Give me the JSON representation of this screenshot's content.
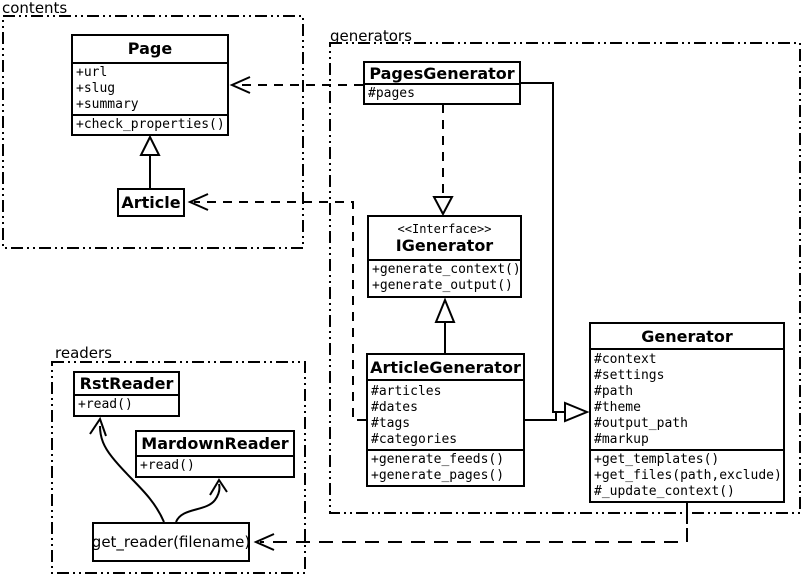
{
  "packages": {
    "contents": {
      "label": "contents"
    },
    "generators": {
      "label": "generators"
    },
    "readers": {
      "label": "readers"
    }
  },
  "classes": {
    "page": {
      "name": "Page",
      "attributes": [
        "+url",
        "+slug",
        "+summary"
      ],
      "methods": [
        "+check_properties()"
      ]
    },
    "article": {
      "name": "Article"
    },
    "pages_generator": {
      "name": "PagesGenerator",
      "attributes": [
        "#pages"
      ]
    },
    "igenerator": {
      "stereotype": "<<Interface>>",
      "name": "IGenerator",
      "methods": [
        "+generate_context()",
        "+generate_output()"
      ]
    },
    "article_generator": {
      "name": "ArticleGenerator",
      "attributes": [
        "#articles",
        "#dates",
        "#tags",
        "#categories"
      ],
      "methods": [
        "+generate_feeds()",
        "+generate_pages()"
      ]
    },
    "generator": {
      "name": "Generator",
      "attributes": [
        "#context",
        "#settings",
        "#path",
        "#theme",
        "#output_path",
        "#markup"
      ],
      "methods": [
        "+get_templates()",
        "+get_files(path,exclude)",
        "#_update_context()"
      ]
    },
    "rst_reader": {
      "name": "RstReader",
      "methods": [
        "+read()"
      ]
    },
    "mardown_reader": {
      "name": "MardownReader",
      "methods": [
        "+read()"
      ]
    },
    "get_reader": {
      "name": "get_reader(filename)"
    }
  },
  "relations": [
    {
      "from": "Article",
      "to": "Page",
      "type": "generalization"
    },
    {
      "from": "PagesGenerator",
      "to": "Page",
      "type": "dashed-dependency"
    },
    {
      "from": "ArticleGenerator",
      "to": "Article",
      "type": "dashed-dependency"
    },
    {
      "from": "PagesGenerator",
      "to": "IGenerator",
      "type": "dashed-realization"
    },
    {
      "from": "ArticleGenerator",
      "to": "IGenerator",
      "type": "realization"
    },
    {
      "from": "PagesGenerator",
      "to": "Generator",
      "type": "generalization"
    },
    {
      "from": "ArticleGenerator",
      "to": "Generator",
      "type": "generalization"
    },
    {
      "from": "Generator",
      "to": "get_reader(filename)",
      "type": "dashed-dependency"
    },
    {
      "from": "get_reader(filename)",
      "to": "RstReader",
      "type": "curved-arrow"
    },
    {
      "from": "get_reader(filename)",
      "to": "MardownReader",
      "type": "curved-arrow"
    }
  ],
  "colors": {
    "stroke": "#000000",
    "background": "#ffffff"
  }
}
